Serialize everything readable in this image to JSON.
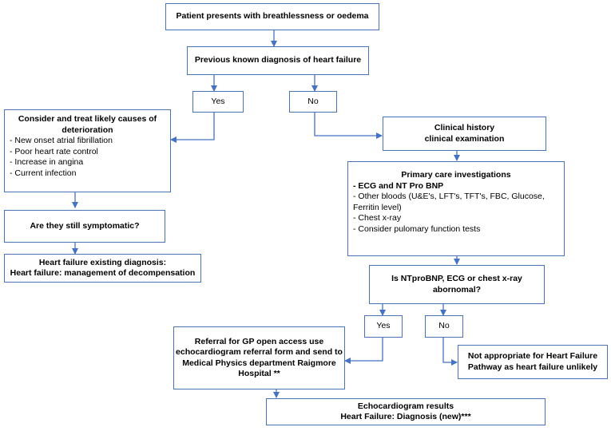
{
  "nodes": {
    "patient": "Patient presents with breathlessness or oedema",
    "previous": "Previous known diagnosis of heart failure",
    "yes1": "Yes",
    "no1": "No",
    "consider": {
      "title_line1": "Consider and treat likely causes of",
      "title_line2": "deterioration",
      "items": [
        "- New onset atrial fibrillation",
        "- Poor heart rate control",
        "- Increase in angina",
        "- Current infection"
      ]
    },
    "clinical": {
      "line1": "Clinical history",
      "line2": "clinical examination"
    },
    "symptomatic": "Are they still symptomatic?",
    "existing": {
      "line1": "Heart failure existing diagnosis:",
      "line2": "Heart failure: management of decompensation"
    },
    "primary": {
      "title": "Primary care investigations",
      "item_bold": "- ECG and NT Pro BNP",
      "items": [
        "- Other bloods (U&E's, LFT's, TFT's, FBC, Glucose,",
        "Ferritin level)",
        "- Chest x-ray",
        "- Consider pulomary function tests"
      ]
    },
    "abnormal": {
      "line1": "Is NTproBNP, ECG or chest x-ray",
      "line2": "abornomal?"
    },
    "yes2": "Yes",
    "no2": "No",
    "referral": {
      "line1": "Referral for GP open access use",
      "line2": "echocardiogram referral form and send to",
      "line3": "Medical Physics department Raigmore",
      "line4": "Hospital **"
    },
    "not_appropriate": {
      "line1": "Not appropriate for Heart Failure",
      "line2": "Pathway as heart failure unlikely"
    },
    "echo": {
      "line1": "Echocardiogram results",
      "line2": "Heart Failure: Diagnosis (new)***"
    }
  },
  "colors": {
    "line": "#4472c4",
    "border": "#4a72b8"
  }
}
